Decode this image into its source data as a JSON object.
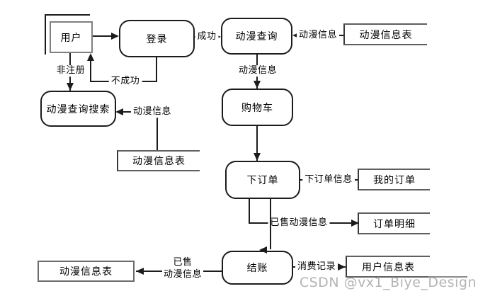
{
  "diagram": {
    "processes": {
      "login": "登录",
      "anime_query": "动漫查询",
      "anime_query_search": "动漫查询搜索",
      "shopping_cart": "购物车",
      "place_order": "下订单",
      "checkout": "结账"
    },
    "entities": {
      "user": "用户"
    },
    "data_stores": {
      "anime_info_table_top": "动漫信息表",
      "anime_info_table_middle": "动漫信息表",
      "my_orders": "我的订单",
      "order_details": "订单明细",
      "user_info_table": "用户信息表",
      "anime_info_table_bottom": "动漫信息表"
    },
    "flow_labels": {
      "success": "成功",
      "not_success": "不成功",
      "non_registered": "非注册",
      "anime_info_from_table": "动漫信息",
      "anime_info_to_cart": "动漫信息",
      "anime_info_to_search": "动漫信息",
      "place_order_info": "下订单信息",
      "sold_anime_info": "已售动漫信息",
      "consumption_record": "消费记录",
      "sold_line1": "已售",
      "sold_line2": "动漫信息"
    },
    "colors": {
      "line": "#1c1c1c",
      "store_border": "#5f5f5f",
      "watermark": "#b4b4b7"
    }
  },
  "watermark": "CSDN @vx1_Biye_Design"
}
